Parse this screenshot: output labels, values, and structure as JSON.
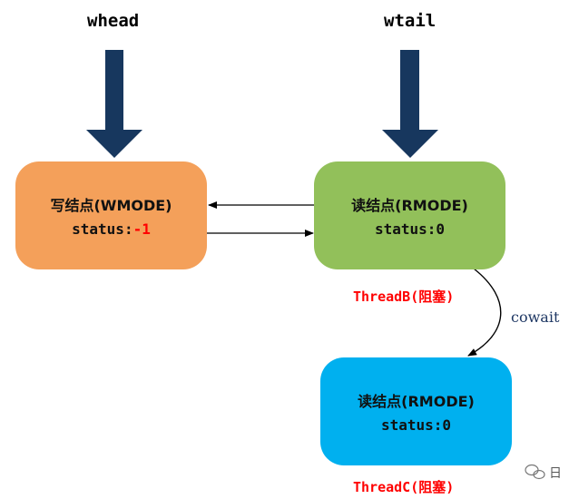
{
  "pointers": {
    "whead": "whead",
    "wtail": "wtail"
  },
  "nodes": [
    {
      "title": "写结点(WMODE)",
      "status_label": "status:",
      "status_value": "-1",
      "color": "#F4A05A",
      "value_color": "#FF0000"
    },
    {
      "title": "读结点(RMODE)",
      "status_label": "status:",
      "status_value": "0",
      "color": "#92C05A",
      "value_color": "#111111"
    },
    {
      "title": "读结点(RMODE)",
      "status_label": "status:",
      "status_value": "0",
      "color": "#00B0EF",
      "value_color": "#111111"
    }
  ],
  "threads": {
    "b": "ThreadB(阻塞)",
    "c": "ThreadC(阻塞)",
    "color": "#FF0000"
  },
  "edge_label": "cowait",
  "colors": {
    "pointer_arrow": "#17375E",
    "cowait_text": "#1F3864"
  },
  "watermark_text": "日"
}
